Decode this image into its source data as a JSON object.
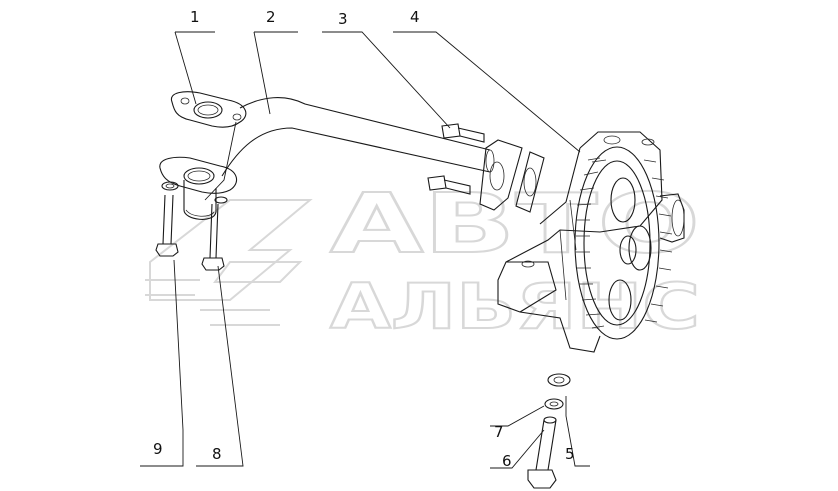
{
  "watermark": {
    "line1": "АВТО",
    "line2": "АЛЬЯНС"
  },
  "callouts": {
    "c1": "1",
    "c2": "2",
    "c3": "3",
    "c4": "4",
    "c5": "5",
    "c6": "6",
    "c7": "7",
    "c8": "8",
    "c9": "9"
  }
}
